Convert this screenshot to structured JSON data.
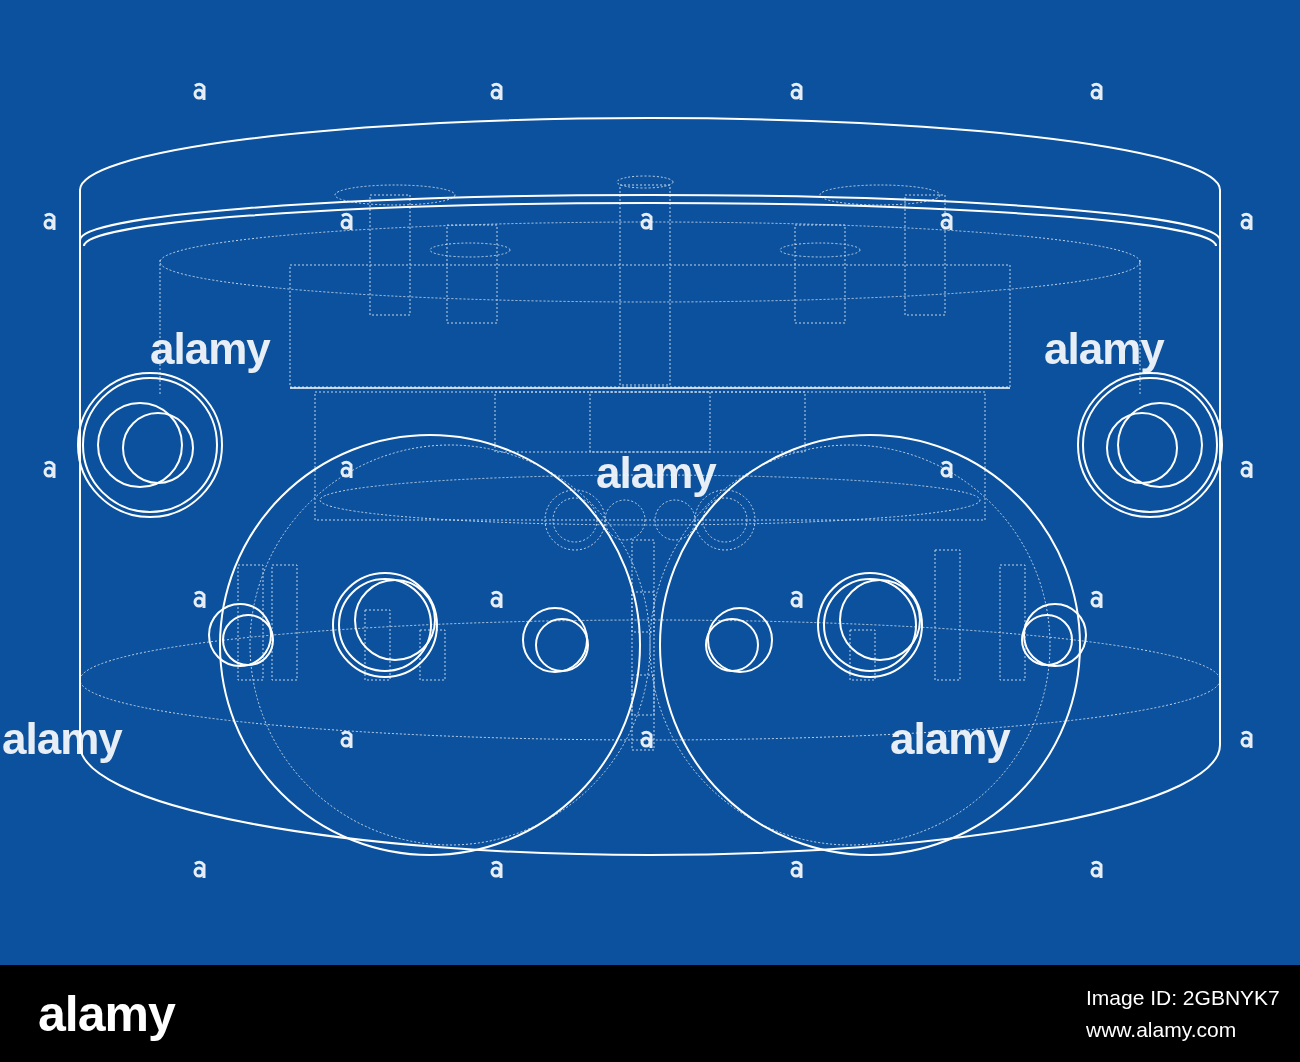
{
  "diagram": {
    "labels": [
      "alamy",
      "alamy",
      "alamy",
      "alamy",
      "alamy",
      "alamy",
      "Image ID: 2GBNYK7",
      "www.alamy.com"
    ]
  }
}
